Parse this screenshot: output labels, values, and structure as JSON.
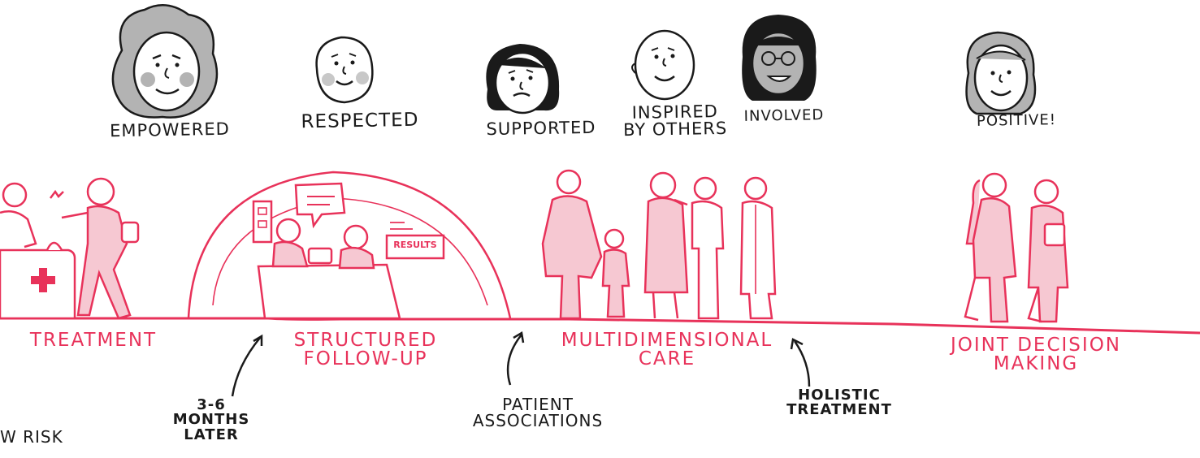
{
  "colors": {
    "accent": "#e8325a",
    "ink": "#1a1a1a",
    "fill": "#f6c8d2",
    "skin": "#ffffff",
    "hair_grey": "#b3b3b3"
  },
  "emotions": [
    {
      "id": "empowered",
      "label": "EMPOWERED",
      "icon": "face-empowered-icon"
    },
    {
      "id": "respected",
      "label": "RESPECTED",
      "icon": "face-respected-icon"
    },
    {
      "id": "supported",
      "label": "SUPPORTED",
      "icon": "face-supported-icon"
    },
    {
      "id": "inspired",
      "label": "INSPIRED\nBY OTHERS",
      "icon": "face-inspired-icon"
    },
    {
      "id": "involved",
      "label": "INVOLVED",
      "icon": "face-involved-icon"
    },
    {
      "id": "positive",
      "label": "POSITIVE!",
      "icon": "face-positive-icon"
    }
  ],
  "stages": [
    {
      "id": "treatment",
      "label": "TREATMENT"
    },
    {
      "id": "followup",
      "label": "STRUCTURED\nFOLLOW-UP"
    },
    {
      "id": "care",
      "label": "MULTIDIMENSIONAL\nCARE"
    },
    {
      "id": "decision",
      "label": "JOINT DECISION\nMAKING"
    }
  ],
  "annotations": [
    {
      "id": "risk",
      "label": "W RISK"
    },
    {
      "id": "months",
      "label": "3-6\nMONTHS\nLATER"
    },
    {
      "id": "associations",
      "label": "PATIENT\nASSOCIATIONS"
    },
    {
      "id": "holistic",
      "label": "HOLISTIC\nTREATMENT"
    }
  ],
  "results_sign": "RESULTS"
}
